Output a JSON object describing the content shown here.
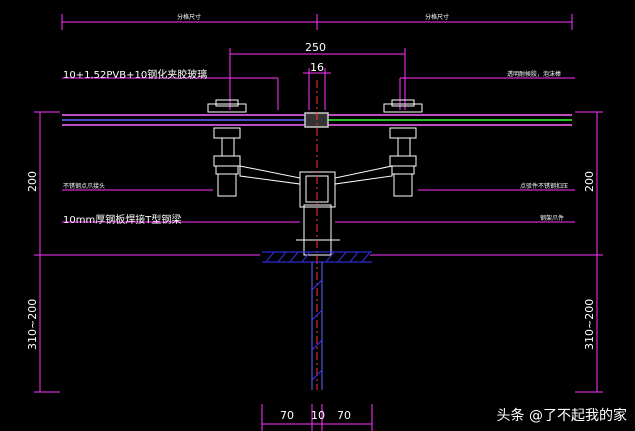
{
  "labels": {
    "top_left_span": "分格尺寸",
    "top_right_span": "分格尺寸",
    "center_width": "250",
    "gap_width": "16",
    "glass_spec": "10+1.52PVB+10钢化夹胶玻璃",
    "right_note_1": "透明耐候胶，泡沫棒",
    "left_note_1": "不锈钢点爪接头",
    "right_note_2": "点驳件不锈钢扣压",
    "left_note_2": "10mm厚钢板焊接T型钢梁",
    "right_note_3": "钢架爪件",
    "left_dim_upper": "200",
    "right_dim_upper": "200",
    "left_dim_lower": "310~200",
    "right_dim_lower": "310~200",
    "bottom_dim_1": "70",
    "bottom_dim_2": "10",
    "bottom_dim_3": "70"
  },
  "watermark": "头条 @了不起我的家",
  "colors": {
    "background": "#000000",
    "dimension": "#ff33ff",
    "glass_top": "#ff66ff",
    "glass_mid": "#6666ff",
    "glass_right": "#33ff33",
    "steel": "#ffffff",
    "centerline": "#ff3333",
    "hatch": "#3333ff"
  }
}
